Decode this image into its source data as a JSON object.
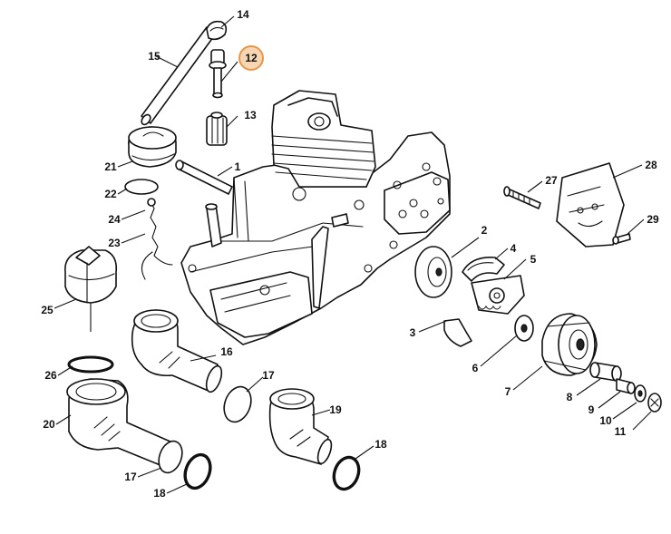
{
  "diagram": {
    "highlight_color": "#e8964a",
    "highlighted_part": "12",
    "callouts": [
      {
        "id": "14",
        "label": "14"
      },
      {
        "id": "15",
        "label": "15"
      },
      {
        "id": "12",
        "label": "12",
        "highlighted": true
      },
      {
        "id": "13",
        "label": "13"
      },
      {
        "id": "21",
        "label": "21"
      },
      {
        "id": "1",
        "label": "1"
      },
      {
        "id": "22",
        "label": "22"
      },
      {
        "id": "24",
        "label": "24"
      },
      {
        "id": "23",
        "label": "23"
      },
      {
        "id": "27",
        "label": "27"
      },
      {
        "id": "28",
        "label": "28"
      },
      {
        "id": "29",
        "label": "29"
      },
      {
        "id": "2",
        "label": "2"
      },
      {
        "id": "4",
        "label": "4"
      },
      {
        "id": "5",
        "label": "5"
      },
      {
        "id": "3",
        "label": "3"
      },
      {
        "id": "25",
        "label": "25"
      },
      {
        "id": "6",
        "label": "6"
      },
      {
        "id": "16",
        "label": "16"
      },
      {
        "id": "26",
        "label": "26"
      },
      {
        "id": "17a",
        "label": "17"
      },
      {
        "id": "7",
        "label": "7"
      },
      {
        "id": "8",
        "label": "8"
      },
      {
        "id": "9",
        "label": "9"
      },
      {
        "id": "10",
        "label": "10"
      },
      {
        "id": "11",
        "label": "11"
      },
      {
        "id": "19",
        "label": "19"
      },
      {
        "id": "20",
        "label": "20"
      },
      {
        "id": "18a",
        "label": "18"
      },
      {
        "id": "17b",
        "label": "17"
      },
      {
        "id": "18b",
        "label": "18"
      }
    ]
  }
}
